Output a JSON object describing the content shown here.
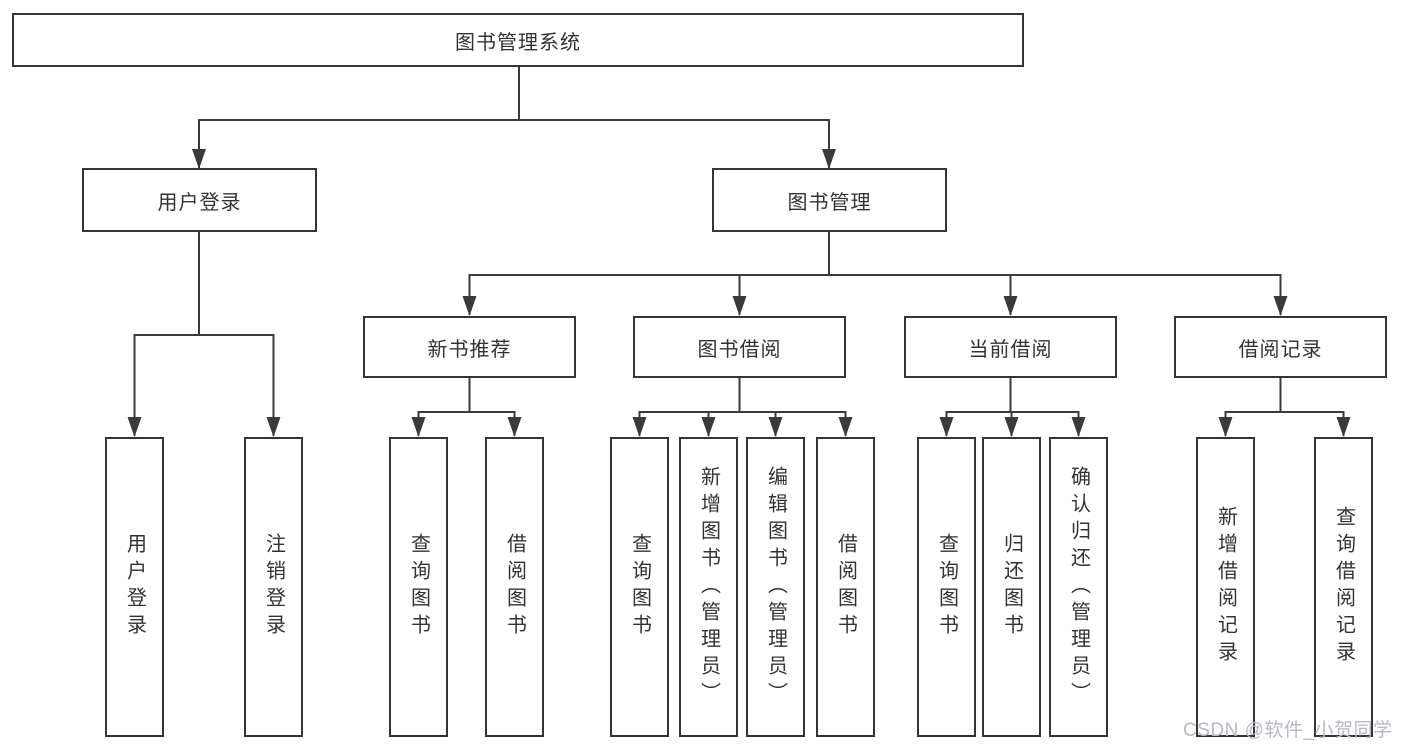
{
  "diagram": {
    "tree": {
      "label": "图书管理系统",
      "children": [
        {
          "label": "用户登录",
          "children": [
            {
              "label": "用户登录"
            },
            {
              "label": "注销登录"
            }
          ]
        },
        {
          "label": "图书管理",
          "children": [
            {
              "label": "新书推荐",
              "children": [
                {
                  "label": "查询图书"
                },
                {
                  "label": "借阅图书"
                }
              ]
            },
            {
              "label": "图书借阅",
              "children": [
                {
                  "label": "查询图书"
                },
                {
                  "label": "新增图书（管理员）"
                },
                {
                  "label": "编辑图书（管理员）"
                },
                {
                  "label": "借阅图书"
                }
              ]
            },
            {
              "label": "当前借阅",
              "children": [
                {
                  "label": "查询图书"
                },
                {
                  "label": "归还图书"
                },
                {
                  "label": "确认归还（管理员）"
                }
              ]
            },
            {
              "label": "借阅记录",
              "children": [
                {
                  "label": "新增借阅记录"
                },
                {
                  "label": "查询借阅记录"
                }
              ]
            }
          ]
        }
      ]
    },
    "watermark": {
      "text": "CSDN @软件_小贺同学"
    },
    "colors": {
      "line": "#3a3a3a",
      "border": "#343434",
      "text": "#333333",
      "watermark": "#b6bac0",
      "background": "#ffffff"
    }
  }
}
